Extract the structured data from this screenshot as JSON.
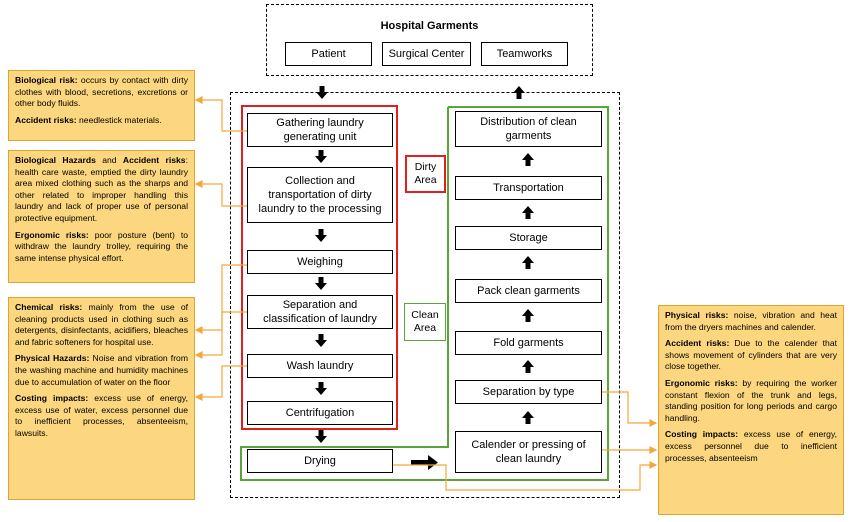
{
  "header": {
    "title": "Hospital Garments",
    "sources": [
      "Patient",
      "Surgical Center",
      "Teamworks"
    ]
  },
  "dirty_steps": [
    "Gathering laundry generating unit",
    "Collection and transportation of dirty laundry to the processing",
    "Weighing",
    "Separation and classification of laundry",
    "Wash laundry",
    "Centrifugation"
  ],
  "drying": "Drying",
  "clean_steps": [
    "Distribution of clean garments",
    "Transportation",
    "Storage",
    "Pack clean garments",
    "Fold garments",
    "Separation by type",
    "Calender or pressing of clean laundry"
  ],
  "areas": {
    "dirty": "Dirty Area",
    "clean": "Clean Area"
  },
  "notes": {
    "n1": [
      {
        "label": "Biological risk:",
        "text": " occurs by contact with dirty clothes with blood, secretions, excretions or other body fluids."
      },
      {
        "label": "Accident risks:",
        "text": " needlestick materials."
      }
    ],
    "n2": [
      {
        "label": "Biological Hazards",
        "text": " and ",
        "label2": "Accident risks",
        "text2": ": health care waste, emptied the dirty laundry area mixed clothing such as the sharps and other related to improper handling this laundry and lack of proper use of personal protective equipment."
      },
      {
        "label": "Ergonomic risks:",
        "text": " poor posture (bent) to withdraw the laundry trolley, requiring the same intense physical effort."
      }
    ],
    "n3": [
      {
        "label": "Chemical risks:",
        "text": " mainly from the use of cleaning products used in clothing such as detergents, disinfectants, acidifiers, bleaches and fabric softeners for hospital use."
      },
      {
        "label": "Physical Hazards:",
        "text": " Noise and vibration from the washing machine and humidity machines due to accumulation of water on the floor"
      },
      {
        "label": "Costing impacts:",
        "text": " excess use of energy, excess use of water, excess personnel due to inefficient processes, absenteeism, lawsuits."
      }
    ],
    "n4": [
      {
        "label": "Physical risks:",
        "text": " noise, vibration and heat from the dryers machines and calender."
      },
      {
        "label": "Accident risks:",
        "text": " Due to the calender that shows movement of cylinders that are very close together."
      },
      {
        "label": "Ergonomic risks:",
        "text": " by requiring the worker constant flexion of the trunk and legs, standing position for long periods and cargo handling."
      },
      {
        "label": "Costing impacts:",
        "text": " excess use of energy, excess personnel due to inefficient processes, absenteeism"
      }
    ]
  },
  "colors": {
    "note_fill": "#fcd77f",
    "note_border": "#e0a531",
    "connector": "#f2a93b",
    "dirty_border": "#e02020",
    "clean_border": "#5aa53a"
  }
}
